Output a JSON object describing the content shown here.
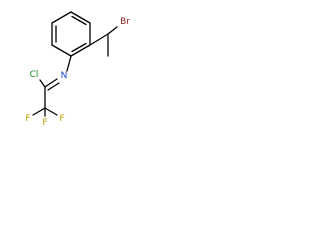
{
  "atoms": {
    "bromine": {
      "symbol": "Br",
      "color": "#8b1a1a"
    },
    "nitrogen": {
      "symbol": "N",
      "color": "#1f3fbf"
    },
    "chlorine": {
      "symbol": "Cl",
      "color": "#1a8a1a"
    },
    "fluorine_top": {
      "symbol": "F",
      "color": "#b8a000"
    },
    "fluorine_left": {
      "symbol": "F",
      "color": "#b8a000"
    },
    "fluorine_right": {
      "symbol": "F",
      "color": "#b8a000"
    }
  },
  "bond_color": "#000000",
  "background_color": "#ffffff"
}
